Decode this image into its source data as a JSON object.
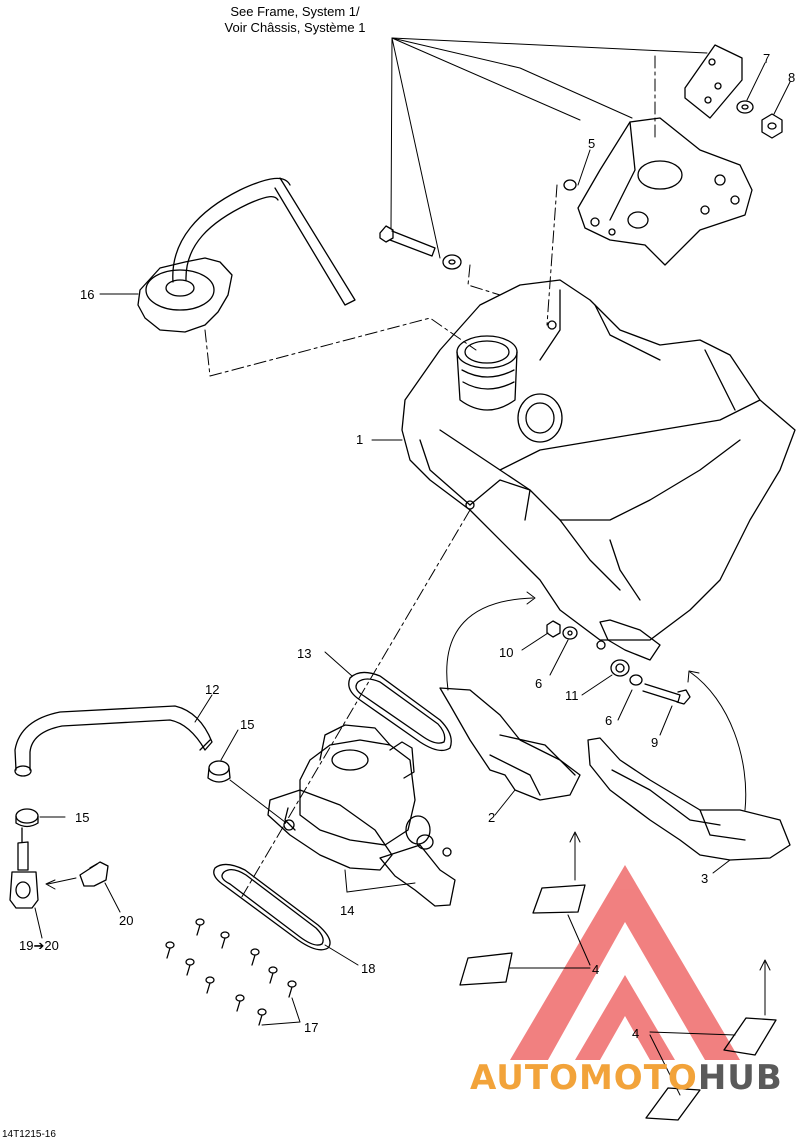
{
  "note": {
    "line1": "See Frame, System 1/",
    "line2": "Voir Châssis, Système 1"
  },
  "refs": {
    "r1": "1",
    "r2": "2",
    "r3": "3",
    "r4a": "4",
    "r4b": "4",
    "r5": "5",
    "r6a": "6",
    "r6b": "6",
    "r7": "7",
    "r8": "8",
    "r9": "9",
    "r10": "10",
    "r11": "11",
    "r12": "12",
    "r13": "13",
    "r14": "14",
    "r15a": "15",
    "r15b": "15",
    "r16": "16",
    "r17": "17",
    "r18": "18",
    "r19_20": "19➔20",
    "r20": "20"
  },
  "drawing_code": "14T1215-16",
  "watermark": {
    "part1": "AUTOMOTO",
    "part2": "HUB",
    "color1": "#f2a33a",
    "color2": "#5a5a5a",
    "logo_color": "#ef6b6b"
  }
}
